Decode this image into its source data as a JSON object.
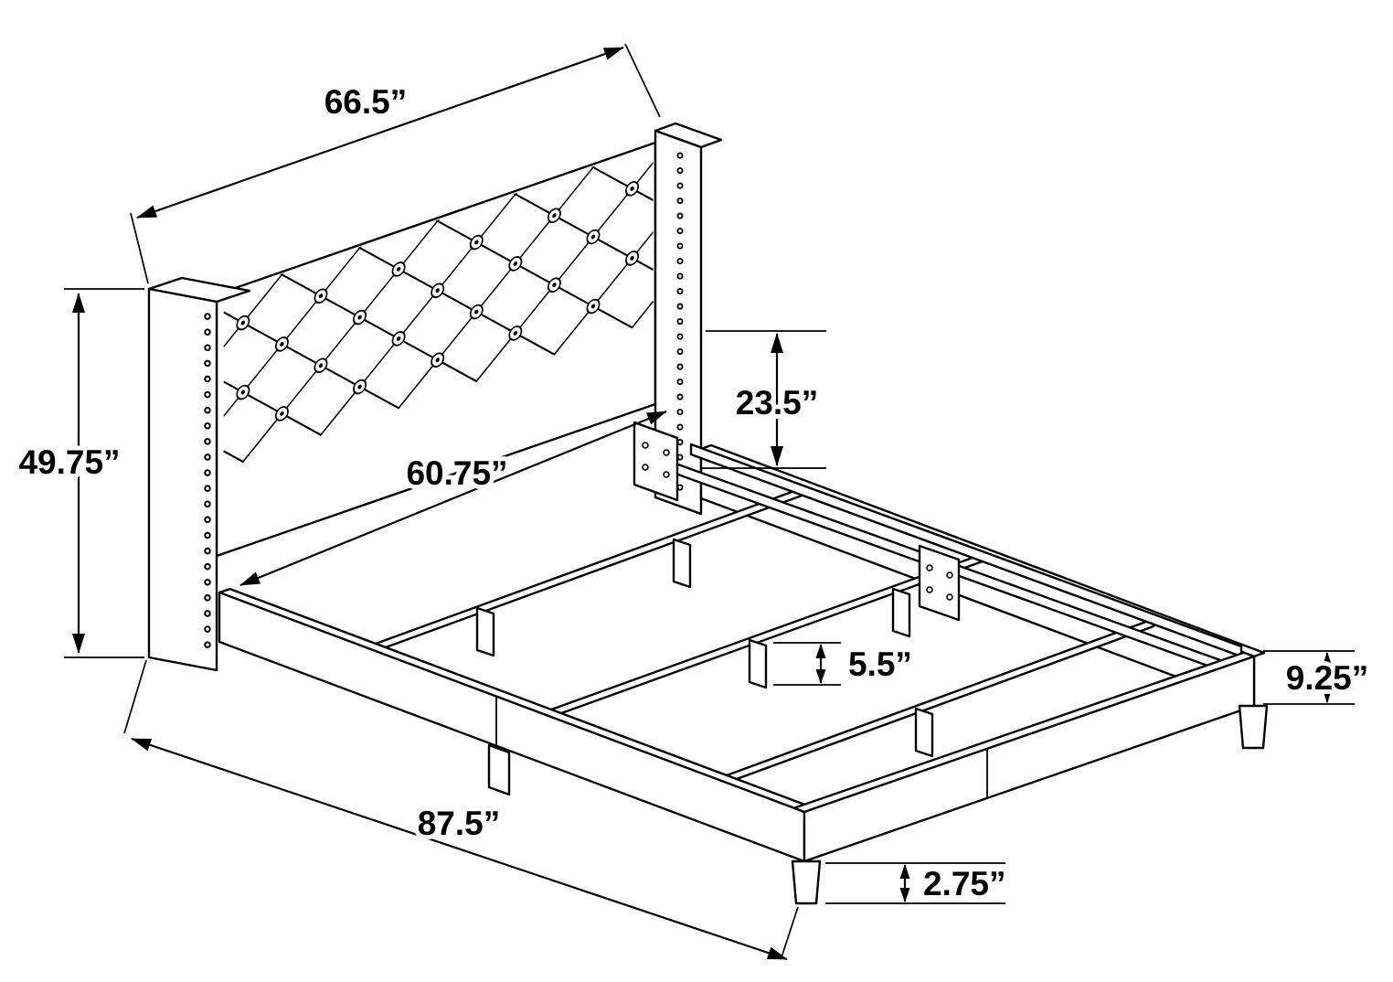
{
  "dims": {
    "headboard_width": "66.5”",
    "headboard_height": "49.75”",
    "headboard_to_rail": "23.5”",
    "inner_width": "60.75”",
    "support_leg_height": "5.5”",
    "side_rail_height": "9.25”",
    "bed_length": "87.5”",
    "foot_height": "2.75”"
  }
}
